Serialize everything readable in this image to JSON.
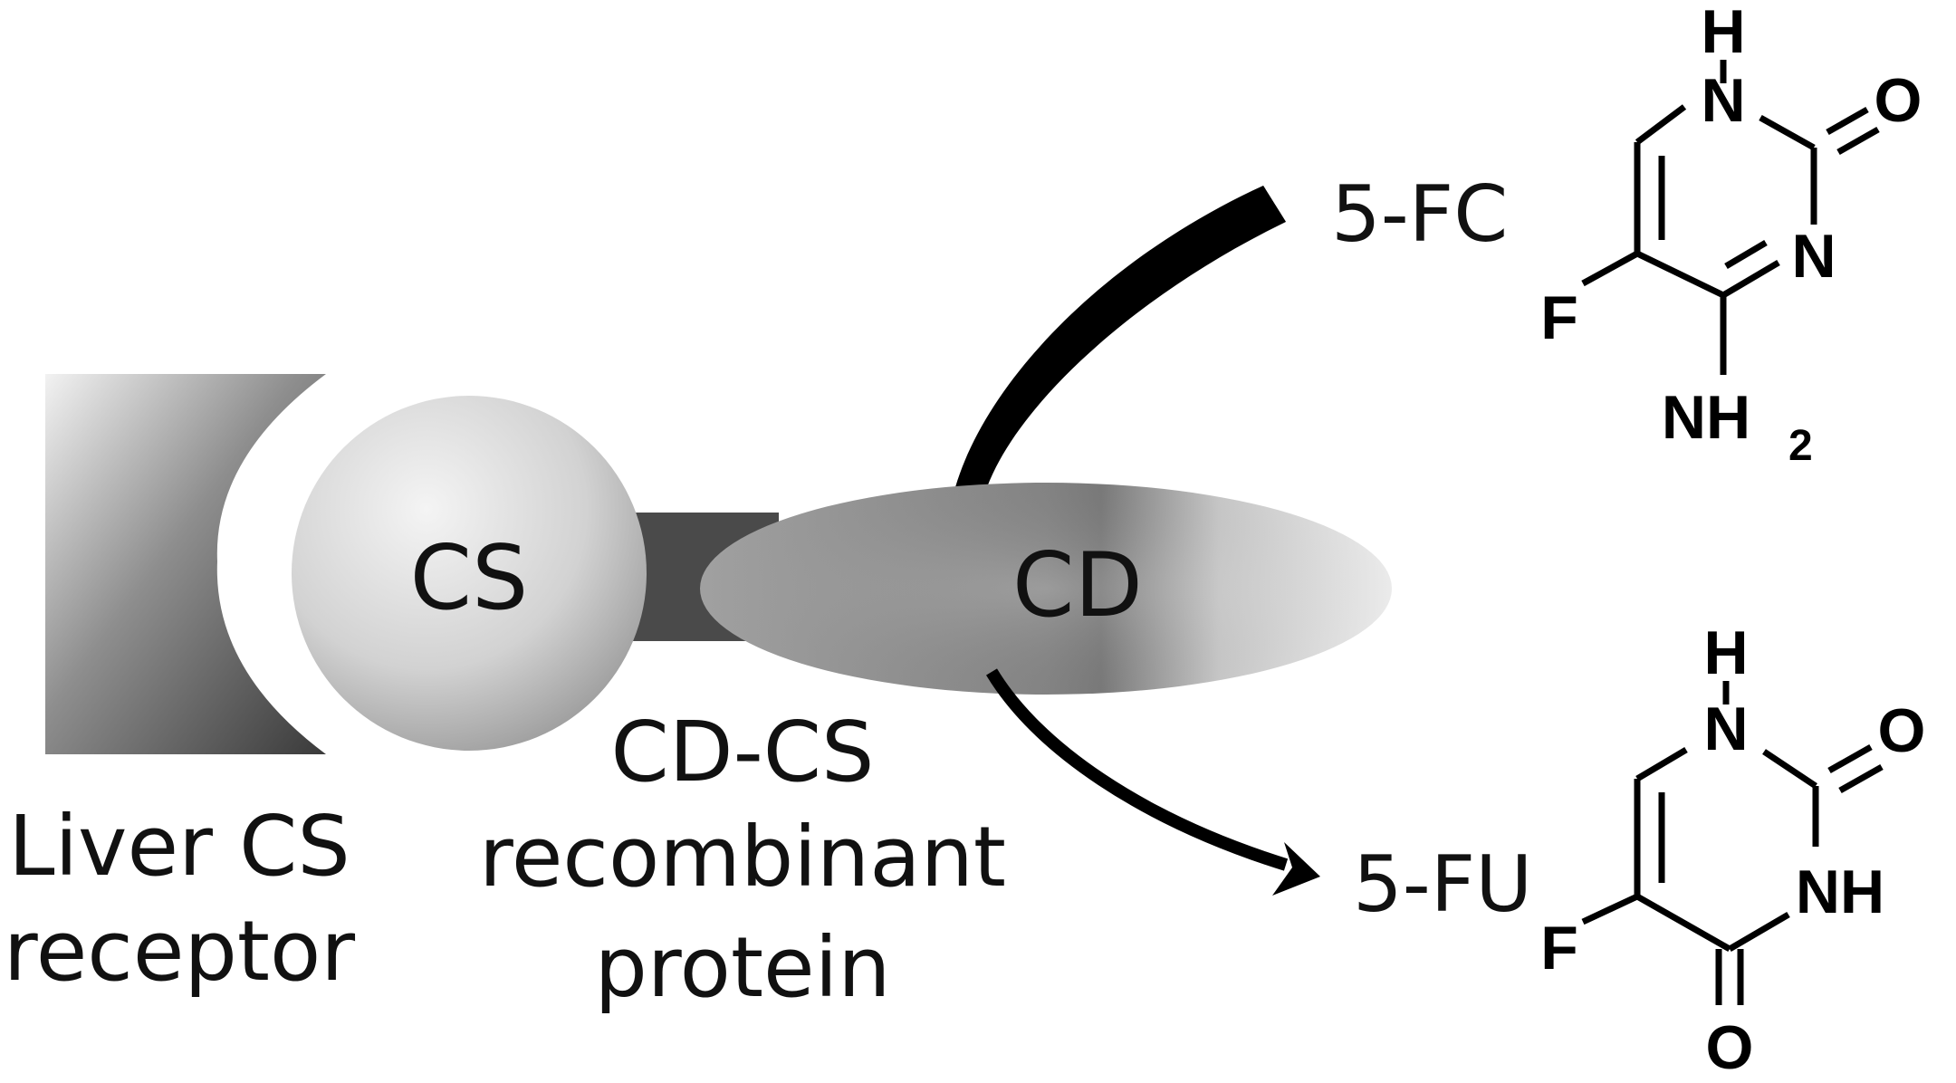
{
  "receptor": {
    "line1": "Liver CS",
    "line2": "receptor"
  },
  "ligand": {
    "label": "CS"
  },
  "enzyme": {
    "label": "CD"
  },
  "protein": {
    "line1": "CD-CS",
    "line2": "recombinant",
    "line3": "protein"
  },
  "substrate": {
    "label": "5-FC",
    "atoms": {
      "h": "H",
      "n1": "N",
      "o": "O",
      "n3": "N",
      "f": "F",
      "nh2": "NH",
      "sub2": "2"
    }
  },
  "product": {
    "label": "5-FU",
    "atoms": {
      "h": "H",
      "n1": "N",
      "o2": "O",
      "nh": "NH",
      "f": "F",
      "o4": "O"
    }
  },
  "colors": {
    "ink": "#000000",
    "linker": "#4a4a4a",
    "background": "#ffffff"
  }
}
